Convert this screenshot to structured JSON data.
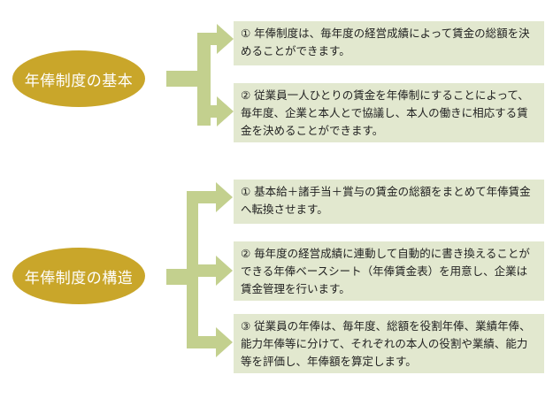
{
  "colors": {
    "oval_fill": "#c9a62a",
    "connector": "#c3d08e",
    "box_fill": "#e2e8cf",
    "text": "#222222"
  },
  "sections": [
    {
      "title": "年俸制度の基本",
      "items": [
        "① 年俸制度は、毎年度の経営成績によって賃金の総額を決めることができます。",
        "② 従業員一人ひとりの賃金を年俸制にすることによって、毎年度、企業と本人とで協議し、本人の働きに相応する賃金を決めることができます。"
      ]
    },
    {
      "title": "年俸制度の構造",
      "items": [
        "① 基本給＋諸手当＋賞与の賃金の総額をまとめて年俸賃金へ転換させます。",
        "② 毎年度の経営成績に連動して自動的に書き換えることができる年俸ベースシート（年俸賃金表）を用意し、企業は賃金管理を行います。",
        "③ 従業員の年俸は、毎年度、総額を役割年俸、業績年俸、能力年俸等に分けて、それぞれの本人の役割や業績、能力等を評価し、年俸額を算定します。"
      ]
    }
  ]
}
